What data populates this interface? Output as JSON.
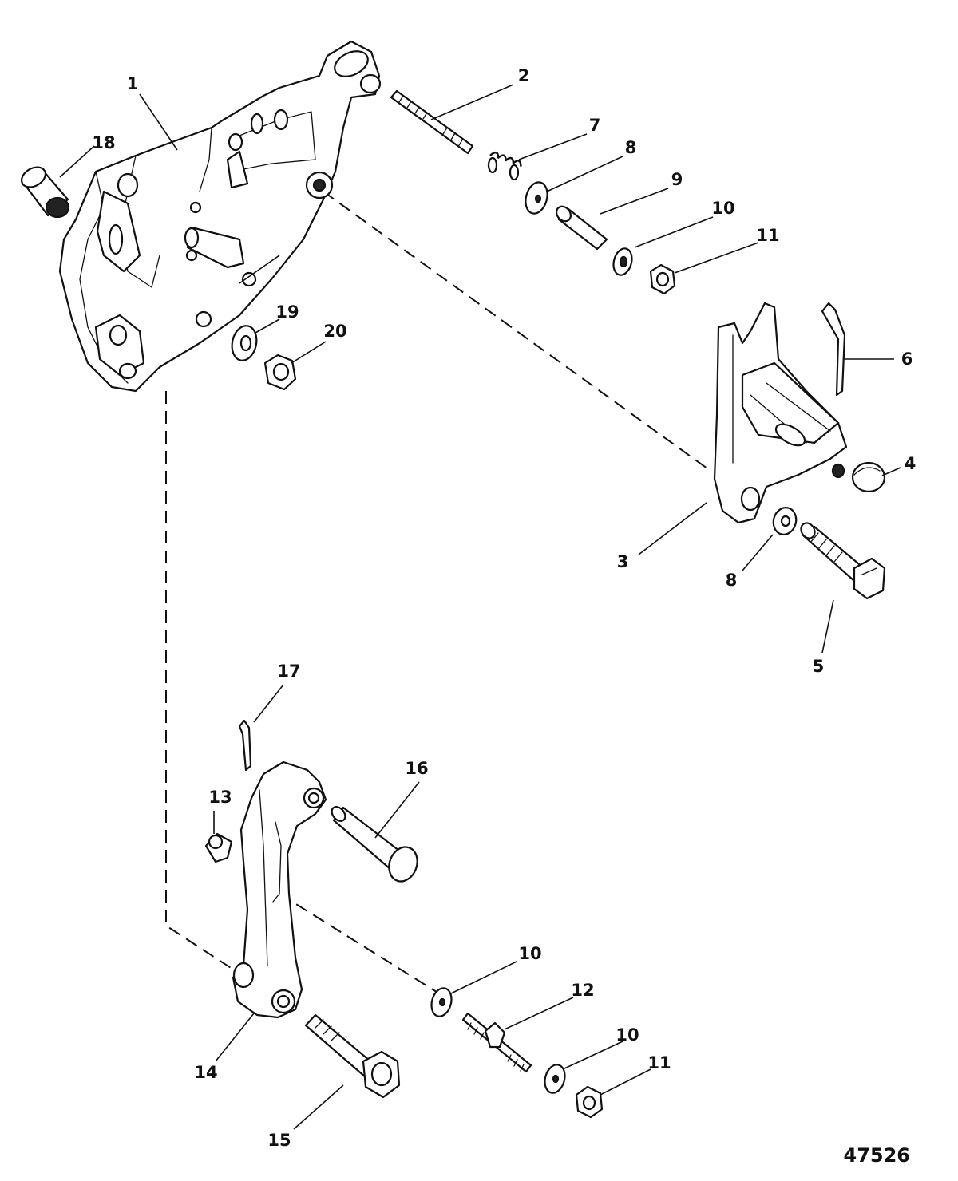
{
  "diagram": {
    "id": "47526",
    "callouts": [
      "1",
      "2",
      "3",
      "4",
      "5",
      "6",
      "7",
      "8",
      "8",
      "9",
      "10",
      "10",
      "10",
      "11",
      "11",
      "12",
      "13",
      "14",
      "15",
      "16",
      "17",
      "18",
      "19",
      "20"
    ]
  }
}
